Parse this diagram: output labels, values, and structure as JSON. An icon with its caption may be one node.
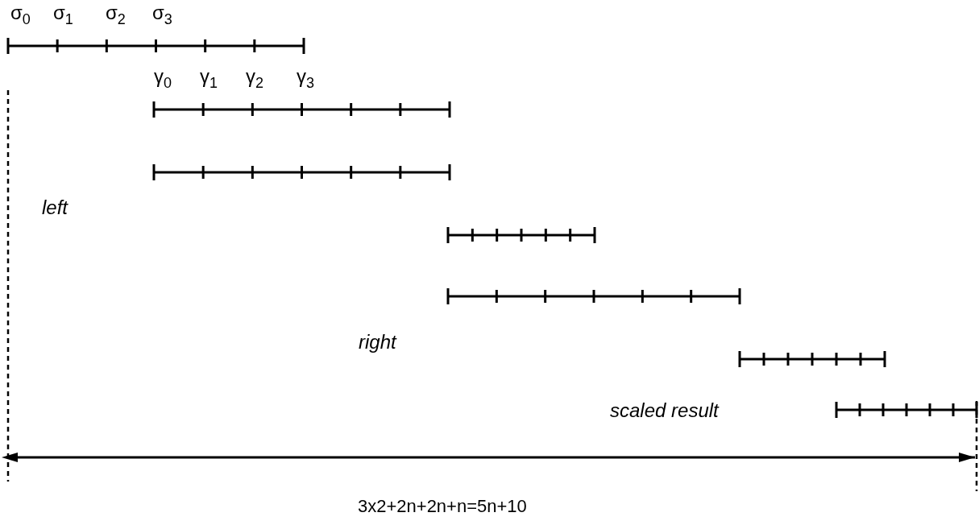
{
  "diagram": {
    "labels": [
      "σ$_{0}$",
      "σ$_{1}$",
      "σ$_{2}$",
      "σ$_{3}$",
      "γ$_{0}$",
      "γ$_{1}$",
      "γ$_{2}$",
      "γ$_{3}$",
      "left",
      "right",
      "scaled result",
      "3x2+2n+2n+n=5n+10"
    ]
  }
}
